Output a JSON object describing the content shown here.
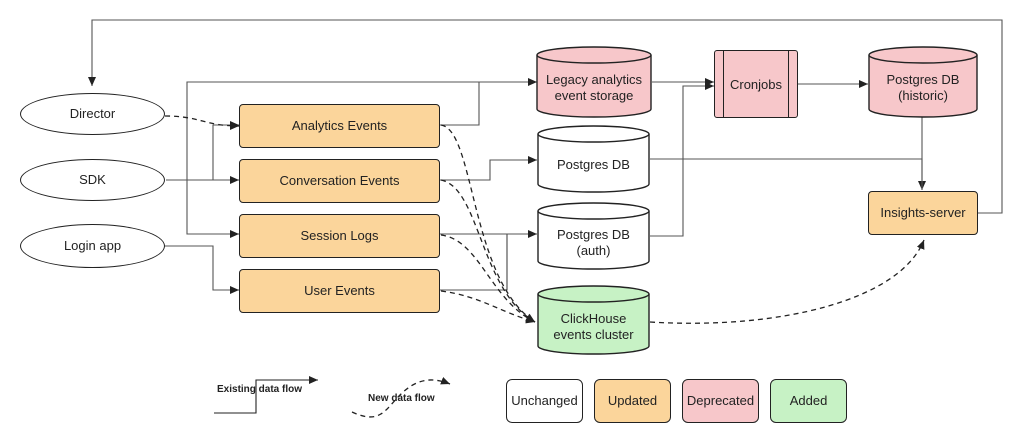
{
  "colors": {
    "updated": "#fbd59b",
    "deprecated": "#f7c7ca",
    "added": "#c7f2c5",
    "unchanged": "#ffffff",
    "line": "#222222"
  },
  "nodes": {
    "director": "Director",
    "sdk": "SDK",
    "login_app": "Login app",
    "analytics_events": "Analytics Events",
    "conversation_events": "Conversation Events",
    "session_logs": "Session Logs",
    "user_events": "User Events",
    "legacy_storage": "Legacy analytics\nevent storage",
    "postgres_db": "Postgres DB",
    "postgres_auth": "Postgres DB\n(auth)",
    "clickhouse": "ClickHouse\nevents cluster",
    "cronjobs": "Cronjobs",
    "postgres_historic": "Postgres DB\n(historic)",
    "insights_server": "Insights-server"
  },
  "legend": {
    "existing_flow": "Existing data flow",
    "new_flow": "New data flow",
    "unchanged": "Unchanged",
    "updated": "Updated",
    "deprecated": "Deprecated",
    "added": "Added"
  }
}
